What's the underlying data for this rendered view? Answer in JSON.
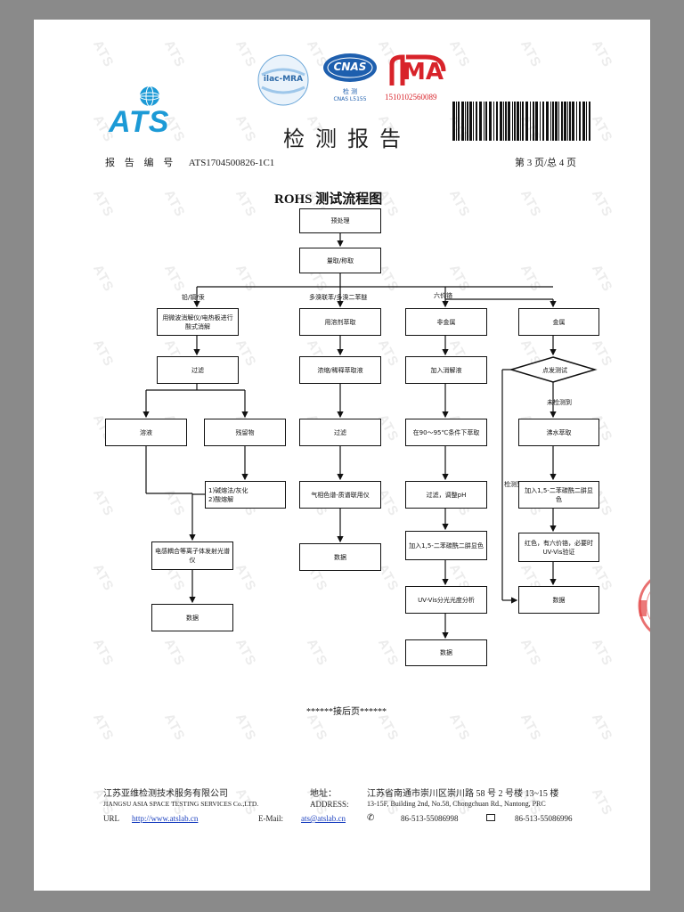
{
  "header": {
    "brand": "ATS",
    "title": "检测报告",
    "ilac_label": "ilac-MRA",
    "cnas_logo": "CNAS",
    "cnas_sub1": "检 测",
    "cnas_sub2": "CNAS L5155",
    "cma_logo": "MA",
    "cma_number": "151010256008​9",
    "report_no_label": "报 告 编 号",
    "report_no_value": "ATS1704500826-1C1",
    "page_info": "第 3 页/总 4 页"
  },
  "flow": {
    "title": "ROHS 测试流程图",
    "n_pre": "预处理",
    "n_weigh": "量取/称取",
    "b_lead": "铅/镉/汞",
    "b_pbb": "多溴联苯/多溴二苯醚",
    "b_cr": "六价铬",
    "n_acid": "用微波消解仪/电热板进行酸式消解",
    "n_filter1": "过滤",
    "n_solution": "溶液",
    "n_residue": "残留物",
    "n_alkali": "1)碱熔法/灰化\n2)酸熔解",
    "n_icp": "电感耦合等离子体发射光谱仪",
    "n_data1": "数据",
    "n_solvent": "用溶剂萃取",
    "n_conc": "浓缩/稀释萃取液",
    "n_filter2": "过滤",
    "n_gcms": "气相色谱-质谱联用仪",
    "n_data2": "数据",
    "n_nonmetal": "非金属",
    "n_alkdigest": "加入消解液",
    "n_heat": "在90～95℃条件下萃取",
    "n_filter3": "过滤，调整pH",
    "n_dpc1": "加入1,5-二苯碳酰二肼显色",
    "n_uv": "UV-Vis分光光度分析",
    "n_data3": "数据",
    "n_metal": "金属",
    "n_spot": "点发测试",
    "l_notdet": "未检测到",
    "l_det": "检测到",
    "n_boil": "沸水萃取",
    "n_dpc2": "加入1,5-二苯碳酰二肼显色",
    "n_verify": "红色，有六价铬，必要时UV-Vis验证",
    "n_data4": "数据",
    "continue": "******接后页******"
  },
  "footer": {
    "company_cn": "江苏亚维检测技术服务有限公司",
    "company_en": "JIANGSU ASIA SPACE TESTING SERVICES Co.,LTD.",
    "addr_label_cn": "地址：",
    "addr_cn": "江苏省南通市崇川区崇川路 58 号 2 号楼 13~15 楼",
    "addr_label_en": "ADDRESS:",
    "addr_en": "13-15F, Building 2nd, No.58, Chongchuan Rd., Nantong, PRC",
    "url_label": "URL",
    "url": "http://www.atslab.cn",
    "email_label": "E-Mail:",
    "email": "ats@atslab.cn",
    "phone": "86-513-55086998",
    "fax": "86-513-55086996"
  },
  "colors": {
    "brand_blue": "#1c9ad6",
    "cma_red": "#d8232a",
    "cnas_blue": "#1e5fae"
  }
}
